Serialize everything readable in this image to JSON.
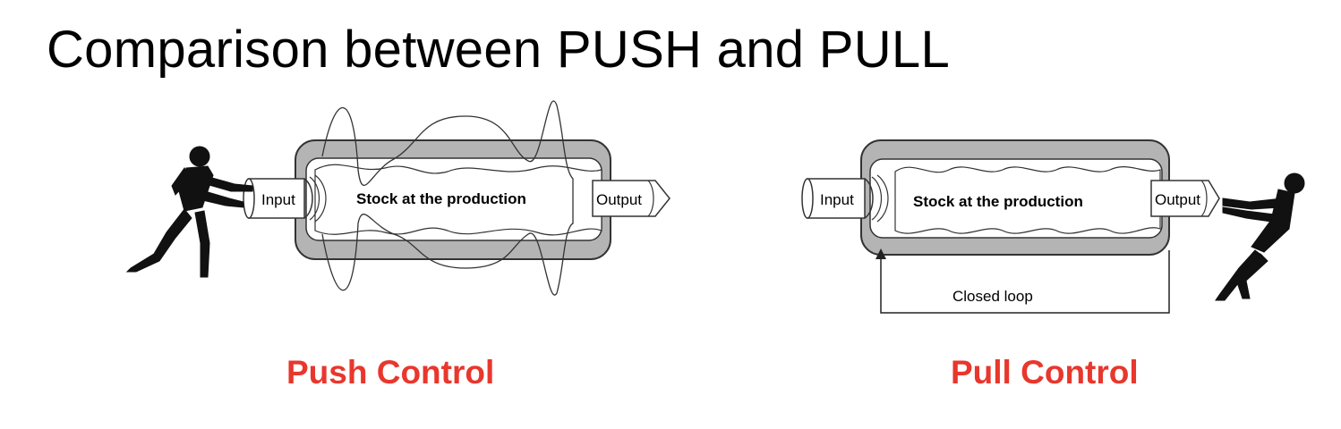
{
  "title": "Comparison between PUSH and PULL",
  "push": {
    "input_label": "Input",
    "stock_label": "Stock at the production",
    "output_label": "Output",
    "caption": "Push Control"
  },
  "pull": {
    "input_label": "Input",
    "stock_label": "Stock at the production",
    "output_label": "Output",
    "loop_label": "Closed loop",
    "caption": "Pull Control"
  },
  "colors": {
    "pipe_gray": "#b4b4b4",
    "caption_red": "#e8372d"
  }
}
